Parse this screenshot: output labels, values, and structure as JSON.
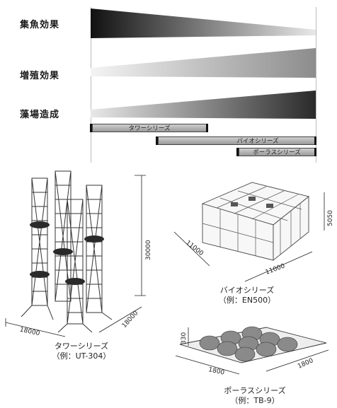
{
  "rows": [
    {
      "label": "集魚効果",
      "direction": "decreasing"
    },
    {
      "label": "増殖効果",
      "direction": "increasing"
    },
    {
      "label": "藻場造成",
      "direction": "increasing"
    }
  ],
  "series_bars": [
    {
      "label": "タワーシリーズ"
    },
    {
      "label": "バイオシリーズ"
    },
    {
      "label": "ポーラスシリーズ"
    }
  ],
  "models": {
    "tower": {
      "name": "タワーシリーズ",
      "example": "（例：UT-304）",
      "dims": [
        "30000",
        "18000",
        "18000"
      ]
    },
    "bio": {
      "name": "バイオシリーズ",
      "example": "（例：EN500）",
      "dims": [
        "11000",
        "11000",
        "5050"
      ]
    },
    "porous": {
      "name": "ポーラスシリーズ",
      "example": "（例：TB-9）",
      "dims": [
        "1800",
        "1800",
        "330"
      ]
    }
  },
  "colors": {
    "dark": "#1e1e1e",
    "light": "#f2f2f2",
    "bar": "#b0b0b0"
  }
}
